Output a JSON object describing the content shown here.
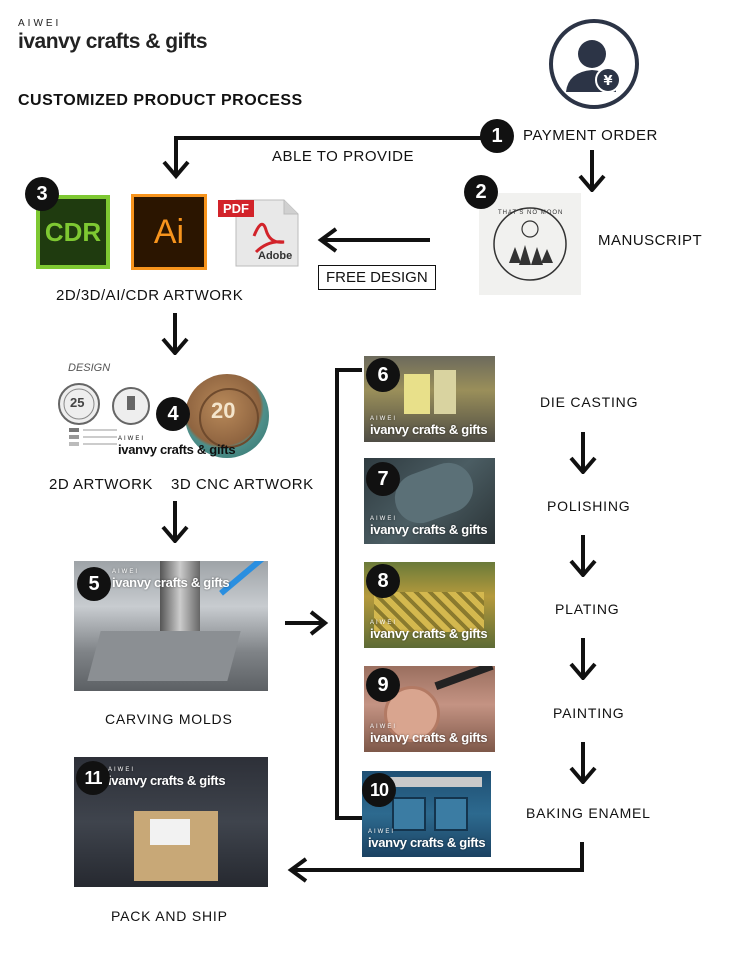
{
  "header": {
    "brand_small": "AIWEI",
    "brand_main": "ivanvy crafts & gifts",
    "title": "CUSTOMIZED PRODUCT PROCESS"
  },
  "steps": {
    "payment_order": {
      "num": "1",
      "label": "PAYMENT ORDER"
    },
    "manuscript": {
      "num": "2",
      "label": "MANUSCRIPT",
      "stamp_text": "THAT'S NO MOON"
    },
    "artwork_files": {
      "num": "3",
      "label": "2D/3D/AI/CDR ARTWORK",
      "cdr": "CDR",
      "ai": "Ai",
      "pdf": "PDF",
      "adobe": "Adobe"
    },
    "artwork_design": {
      "num": "4",
      "label_2d": "2D ARTWORK",
      "label_3d": "3D CNC ARTWORK",
      "design_caption": "DESIGN",
      "coin_number": "20",
      "coin_small_number": "25"
    },
    "carving_molds": {
      "num": "5",
      "label": "CARVING MOLDS"
    },
    "die_casting": {
      "num": "6",
      "label": "DIE CASTING"
    },
    "polishing": {
      "num": "7",
      "label": "POLISHING"
    },
    "plating": {
      "num": "8",
      "label": "PLATING"
    },
    "painting": {
      "num": "9",
      "label": "PAINTING"
    },
    "baking_enamel": {
      "num": "10",
      "label": "BAKING ENAMEL"
    },
    "pack_and_ship": {
      "num": "11",
      "label": "PACK AND SHIP"
    }
  },
  "flow_labels": {
    "able_to_provide": "ABLE TO PROVIDE",
    "free_design": "FREE DESIGN"
  },
  "watermark": {
    "small": "AIWEI",
    "main": "ivanvy crafts & gifts"
  },
  "colors": {
    "cdr_green": "#7ec832",
    "ai_orange": "#f7941d",
    "ai_bg": "#2b1500",
    "pdf_red": "#d2232a"
  }
}
